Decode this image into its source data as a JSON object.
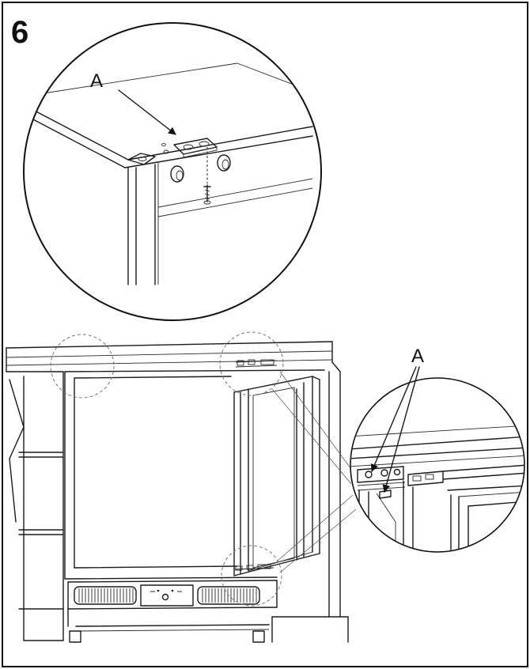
{
  "step_number": "6",
  "labels": {
    "top_callout": "A",
    "right_callout": "A"
  },
  "colors": {
    "line": "#1a1a1a",
    "background": "#ffffff"
  }
}
